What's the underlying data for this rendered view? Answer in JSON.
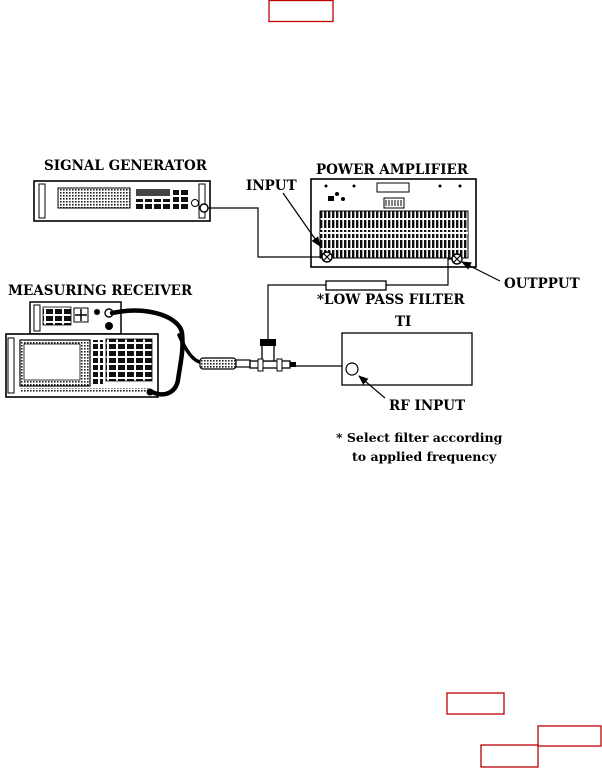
{
  "labels": {
    "signal_generator": "SIGNAL GENERATOR",
    "power_amplifier": "POWER AMPLIFIER",
    "input": "INPUT",
    "output": "OUTPPUT",
    "measuring_receiver": "MEASURING RECEIVER",
    "low_pass_filter": "*LOW PASS FILTER",
    "ti": "TI",
    "rf_input": "RF INPUT",
    "note_line1": "* Select filter according",
    "note_line2": "to applied frequency"
  },
  "colors": {
    "line": "#000000",
    "link_box": "#c00000"
  }
}
